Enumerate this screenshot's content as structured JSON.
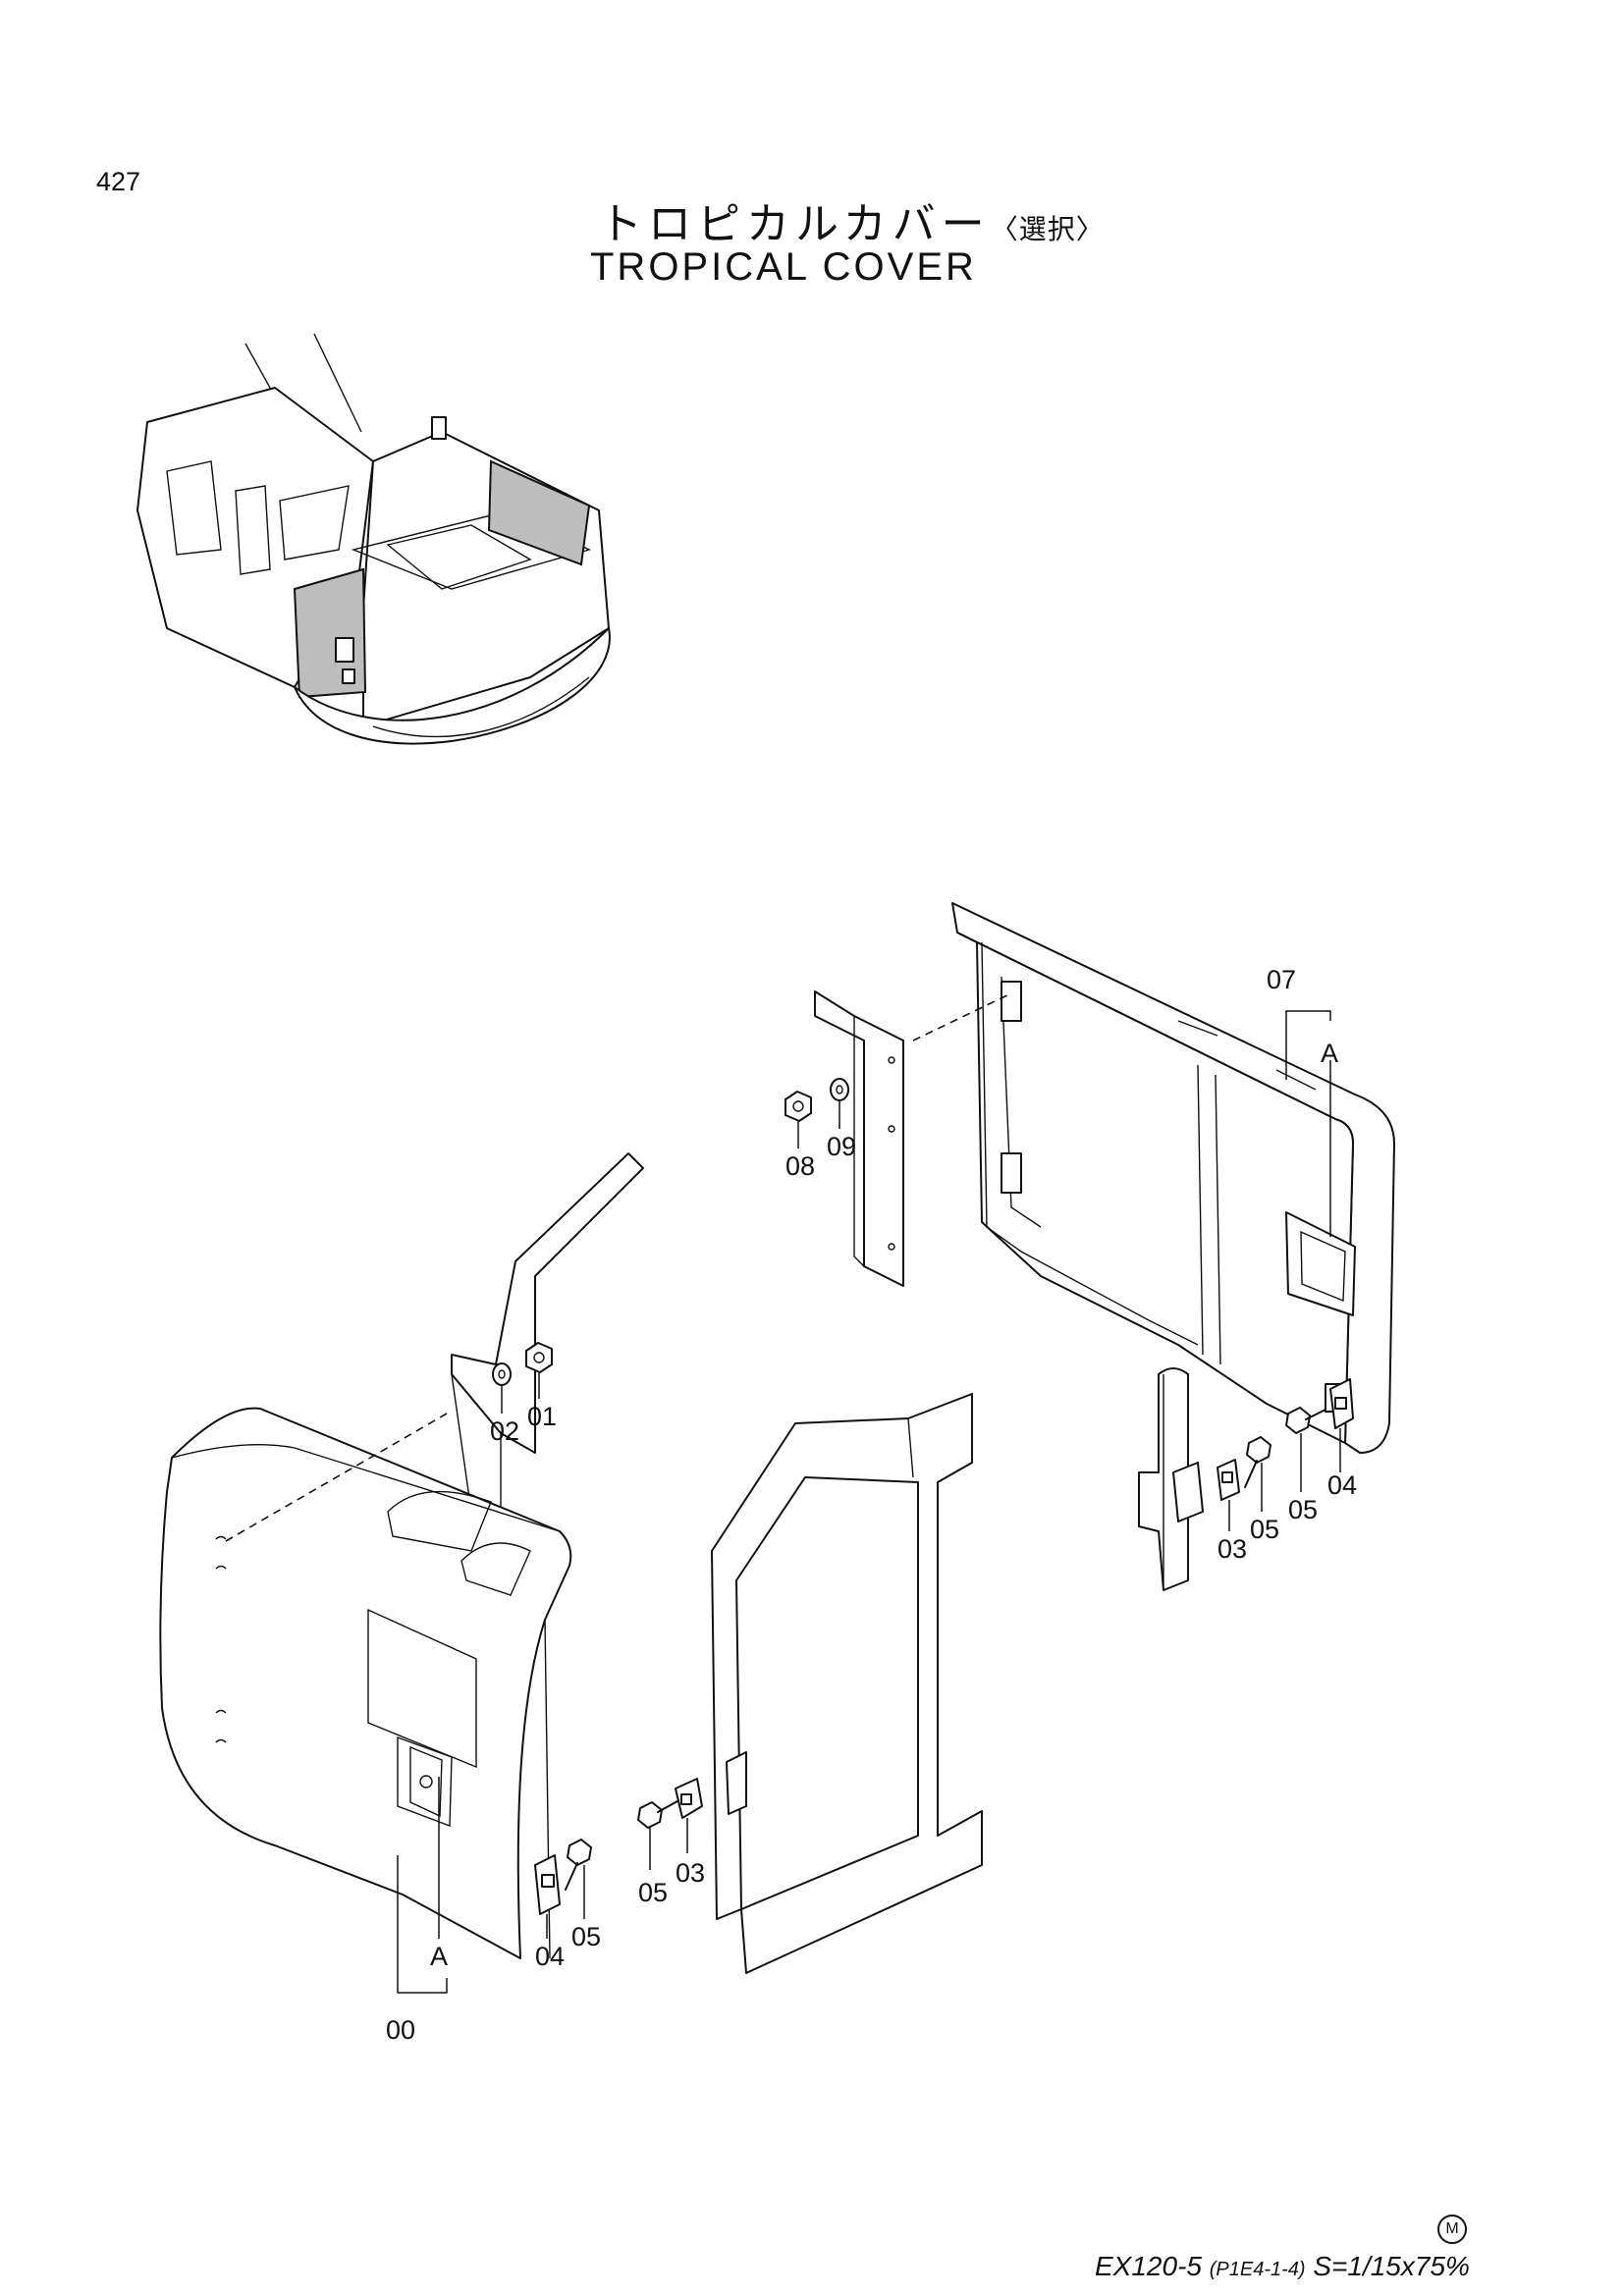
{
  "page_number": "427",
  "title_jp": "トロピカルカバー",
  "title_jp_note": "〈選択〉",
  "title_en": "TROPICAL  COVER",
  "callouts": {
    "p00": "00",
    "p01": "01",
    "p02": "02",
    "p03_left": "03",
    "p03_right": "03",
    "p04_left": "04",
    "p04_right": "04",
    "p05_left_a": "05",
    "p05_left_b": "05",
    "p05_right_a": "05",
    "p05_right_b": "05",
    "p07": "07",
    "p08": "08",
    "p09": "09",
    "a_left": "A",
    "a_right": "A"
  },
  "footer": {
    "model": "EX120-5",
    "code": "(P1E4-1-4)",
    "scale": "S=1/15x75%",
    "mark": "M"
  }
}
